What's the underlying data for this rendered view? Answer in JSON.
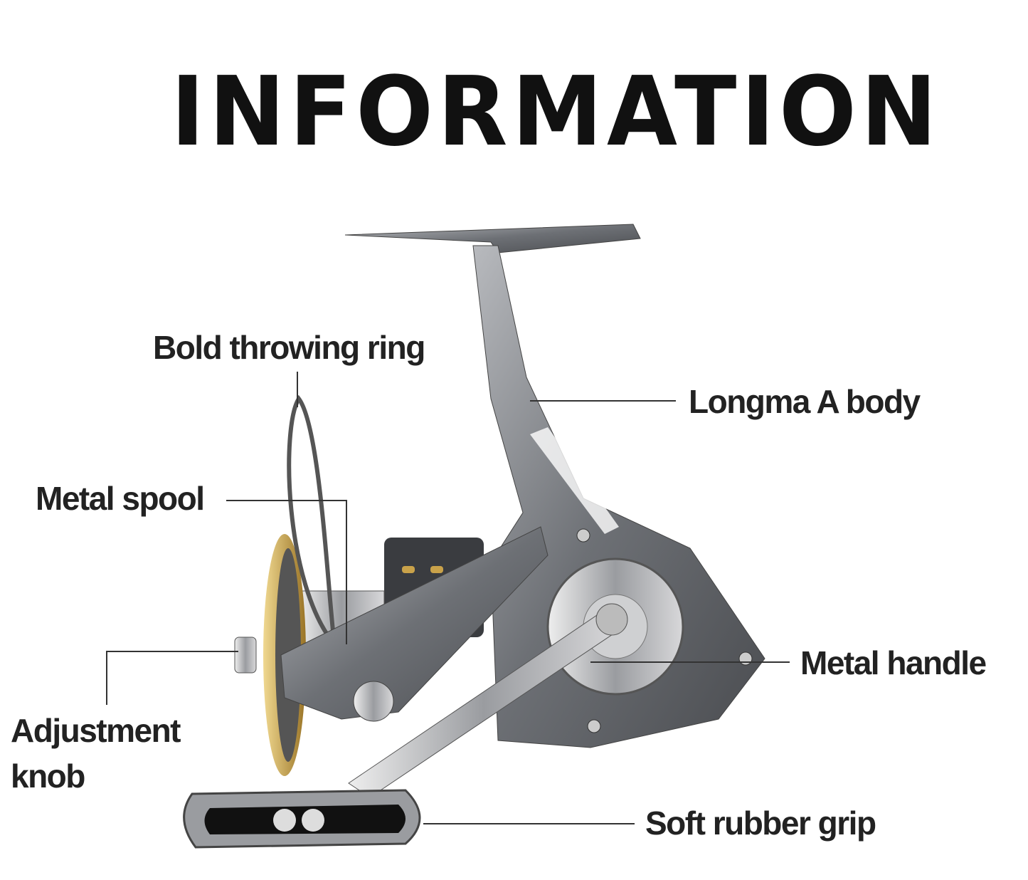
{
  "title": "INFORMATION",
  "labels": {
    "throwing_ring": "Bold throwing ring",
    "body": "Longma A body",
    "spool": "Metal spool",
    "knob_line1": "Adjustment",
    "knob_line2": "knob",
    "handle": "Metal handle",
    "grip": "Soft rubber grip"
  },
  "colors": {
    "metal": "#8a8c90",
    "dark": "#3a3c40",
    "gold": "#c9a24a",
    "line": "#333333"
  }
}
